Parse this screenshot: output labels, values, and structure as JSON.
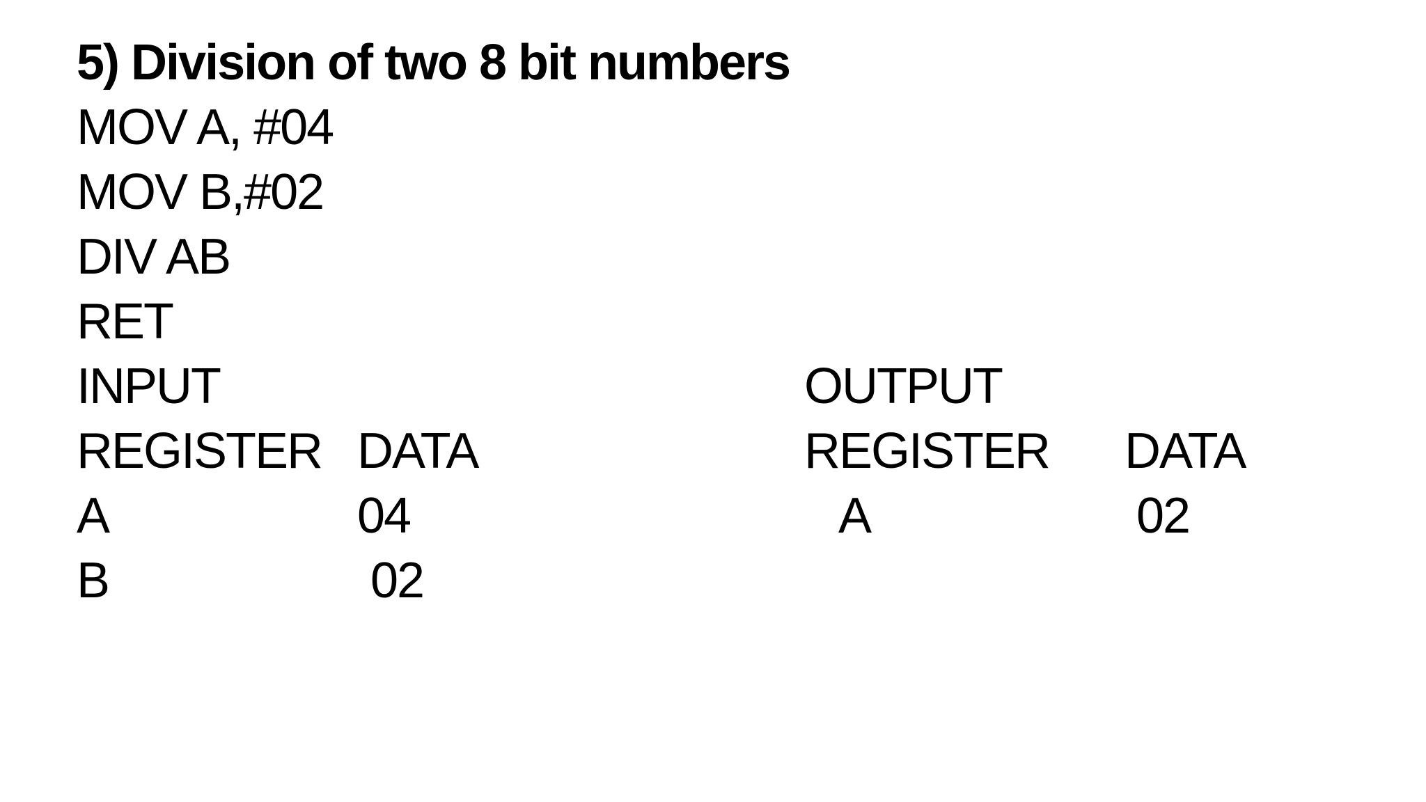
{
  "page": {
    "background_color": "#ffffff",
    "text_color": "#000000"
  },
  "slide": {
    "title": "5) Division of two 8 bit numbers",
    "program": {
      "lines": [
        "MOV A, #04",
        "MOV B,#02",
        "DIV AB",
        "RET"
      ]
    },
    "input_table": {
      "heading": "INPUT",
      "columns": {
        "register": "REGISTER",
        "data": "DATA"
      },
      "rows": [
        {
          "register": "A",
          "data": "04"
        },
        {
          "register": "B",
          "data": "02"
        }
      ]
    },
    "output_table": {
      "heading": "OUTPUT",
      "columns": {
        "register": "REGISTER",
        "data": "DATA"
      },
      "rows": [
        {
          "register": "A",
          "data": "02"
        }
      ]
    }
  }
}
